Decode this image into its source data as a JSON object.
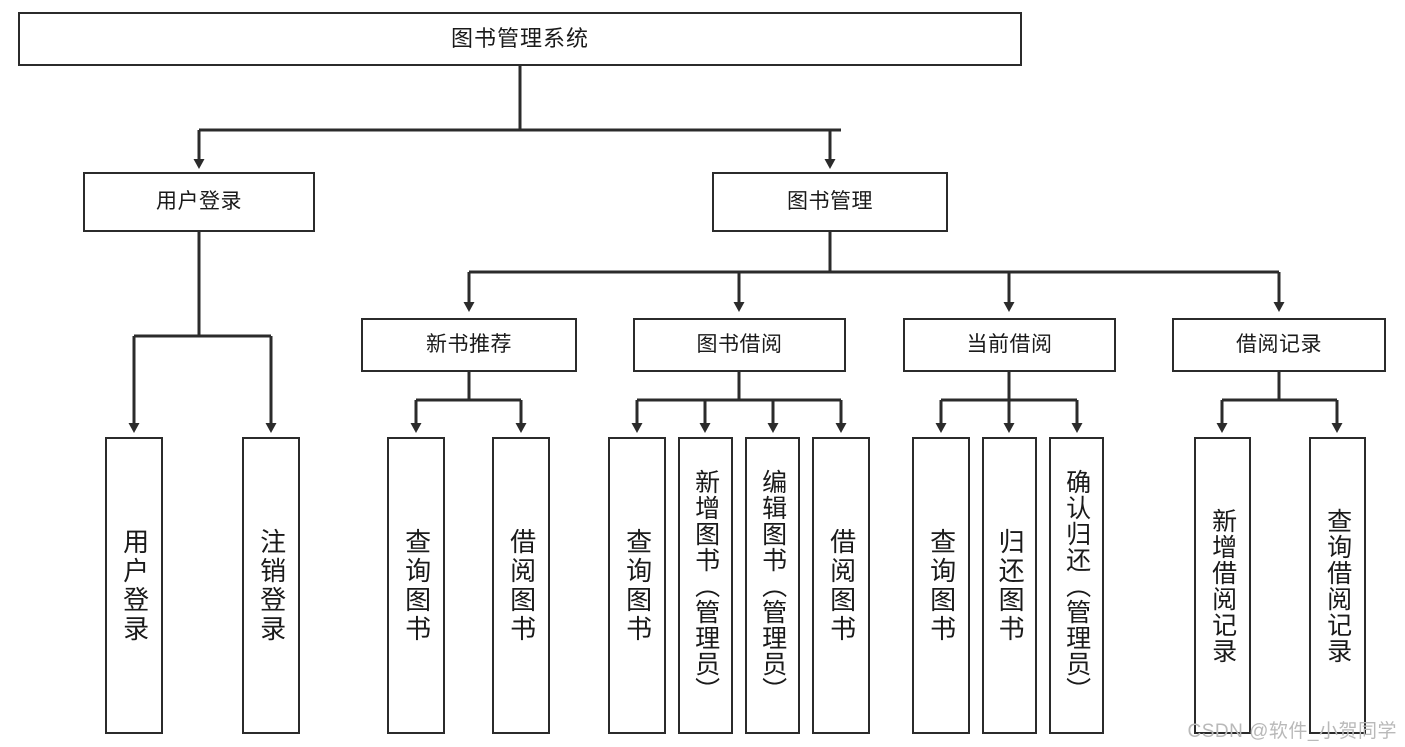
{
  "diagram": {
    "type": "tree",
    "title": "图书管理系统",
    "watermark": "CSDN @软件_小贺同学",
    "colors": {
      "stroke": "#2b2b2b",
      "fill": "#ffffff",
      "text": "#1a1a1a",
      "watermark": "#b9b9b9"
    },
    "nodes": {
      "root": {
        "label": "图书管理系统"
      },
      "level2": [
        {
          "id": "user-login",
          "label": "用户登录"
        },
        {
          "id": "book-manage",
          "label": "图书管理"
        }
      ],
      "level3": [
        {
          "id": "new-book-recommend",
          "label": "新书推荐"
        },
        {
          "id": "book-borrow",
          "label": "图书借阅"
        },
        {
          "id": "current-borrow",
          "label": "当前借阅"
        },
        {
          "id": "borrow-record",
          "label": "借阅记录"
        }
      ],
      "leaves": {
        "user-login": [
          {
            "id": "leaf-user-login",
            "label": "用户登录"
          },
          {
            "id": "leaf-logout",
            "label": "注销登录"
          }
        ],
        "new-book-recommend": [
          {
            "id": "leaf-query-book-1",
            "label": "查询图书"
          },
          {
            "id": "leaf-borrow-book-1",
            "label": "借阅图书"
          }
        ],
        "book-borrow": [
          {
            "id": "leaf-query-book-2",
            "label": "查询图书"
          },
          {
            "id": "leaf-add-book",
            "label": "新增图书（管理员）"
          },
          {
            "id": "leaf-edit-book",
            "label": "编辑图书（管理员）"
          },
          {
            "id": "leaf-borrow-book-2",
            "label": "借阅图书"
          }
        ],
        "current-borrow": [
          {
            "id": "leaf-query-book-3",
            "label": "查询图书"
          },
          {
            "id": "leaf-return-book",
            "label": "归还图书"
          },
          {
            "id": "leaf-confirm-return",
            "label": "确认归还（管理员）"
          }
        ],
        "borrow-record": [
          {
            "id": "leaf-add-record",
            "label": "新增借阅记录"
          },
          {
            "id": "leaf-query-record",
            "label": "查询借阅记录"
          }
        ]
      }
    }
  }
}
